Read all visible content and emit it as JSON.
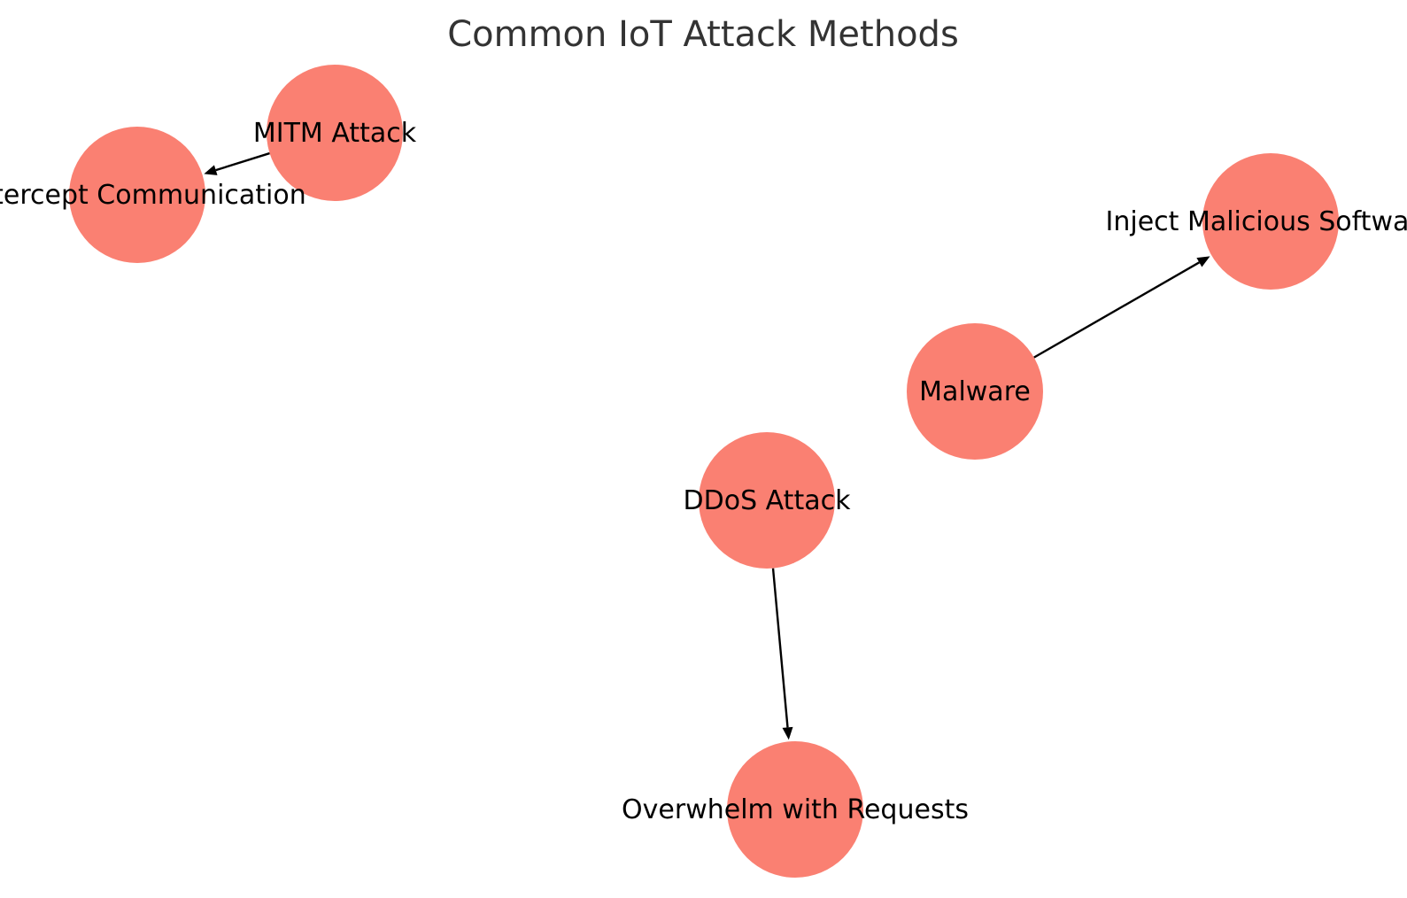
{
  "diagram": {
    "title": "Common IoT Attack Methods",
    "node_color": "#FA8072",
    "edge_color": "#000000",
    "nodes": [
      {
        "id": "mitm",
        "label": "MITM Attack"
      },
      {
        "id": "intercept",
        "label": "Intercept Communication"
      },
      {
        "id": "malware",
        "label": "Malware"
      },
      {
        "id": "inject",
        "label": "Inject Malicious Software"
      },
      {
        "id": "ddos",
        "label": "DDoS Attack"
      },
      {
        "id": "overwhelm",
        "label": "Overwhelm with Requests"
      }
    ],
    "edges": [
      {
        "from": "mitm",
        "to": "intercept"
      },
      {
        "from": "malware",
        "to": "inject"
      },
      {
        "from": "ddos",
        "to": "overwhelm"
      }
    ]
  }
}
